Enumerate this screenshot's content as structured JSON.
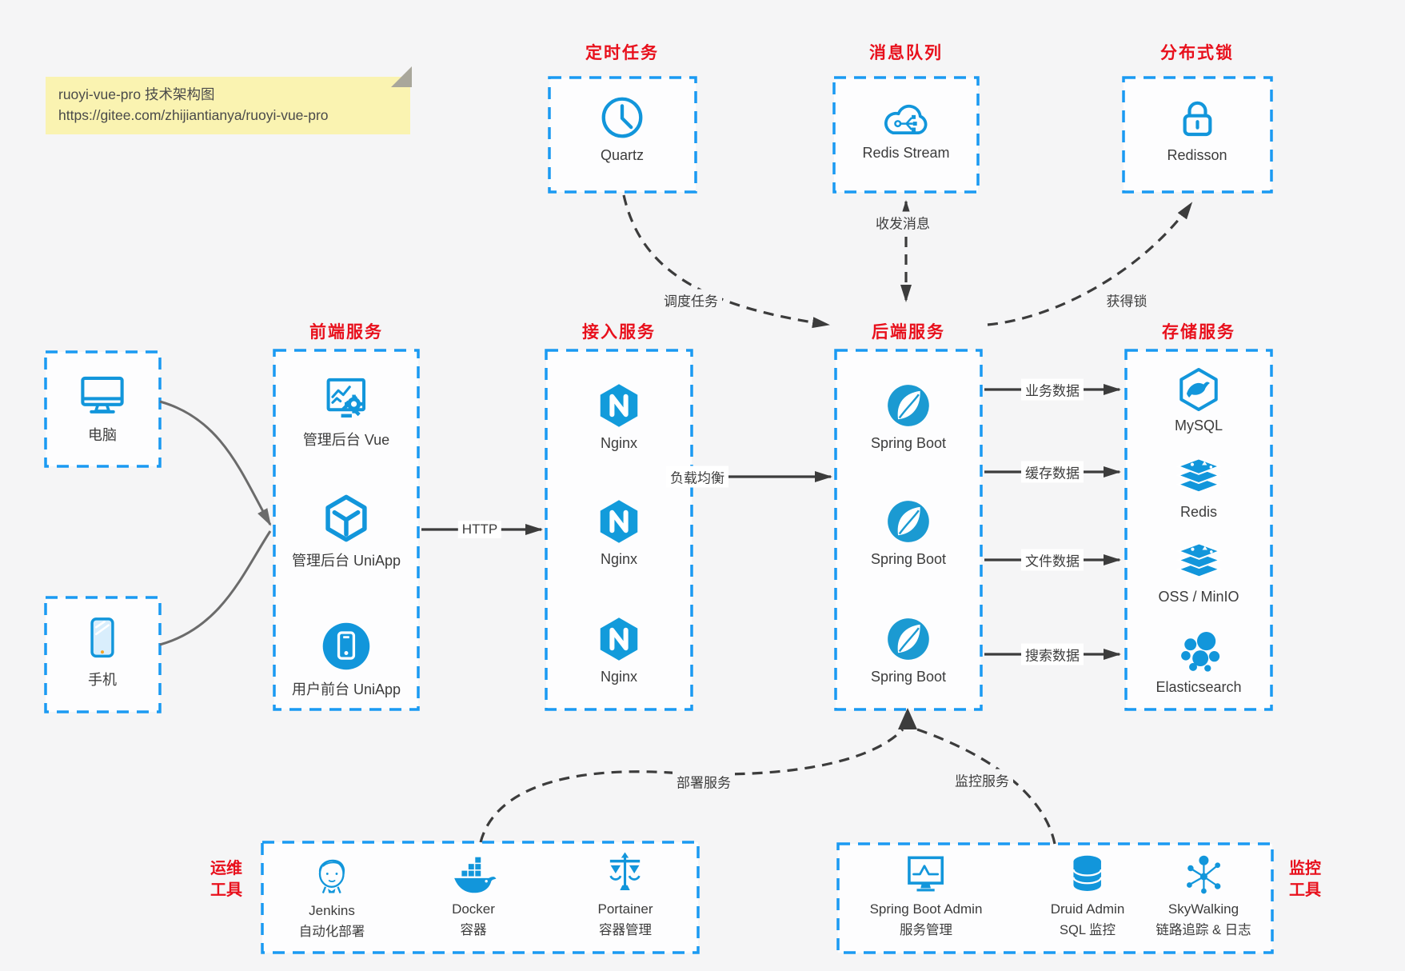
{
  "colors": {
    "accent": "#1296db",
    "border_blue": "#1a9af2",
    "title_red": "#e8101c",
    "note_bg": "#faf3b1",
    "arrow_dark": "#3c3c3c",
    "arrow_gray": "#6b6b6b",
    "canvas_bg": "#f5f5f6"
  },
  "note": {
    "title": "ruoyi-vue-pro 技术架构图",
    "url": "https://gitee.com/zhijiantianya/ruoyi-vue-pro"
  },
  "top_groups": [
    {
      "title": "定时任务",
      "item": {
        "icon": "clock-icon",
        "label": "Quartz"
      }
    },
    {
      "title": "消息队列",
      "item": {
        "icon": "cloud-stream-icon",
        "label": "Redis Stream"
      }
    },
    {
      "title": "分布式锁",
      "item": {
        "icon": "lock-icon",
        "label": "Redisson"
      }
    }
  ],
  "clients": [
    {
      "icon": "desktop-icon",
      "label": "电脑"
    },
    {
      "icon": "smartphone-icon",
      "label": "手机"
    }
  ],
  "service_columns": [
    {
      "title": "前端服务",
      "items": [
        {
          "icon": "admin-vue-icon",
          "label": "管理后台 Vue"
        },
        {
          "icon": "cube-icon",
          "label": "管理后台 UniApp"
        },
        {
          "icon": "app-circle-icon",
          "label": "用户前台 UniApp"
        }
      ]
    },
    {
      "title": "接入服务",
      "items": [
        {
          "icon": "nginx-icon",
          "label": "Nginx"
        },
        {
          "icon": "nginx-icon",
          "label": "Nginx"
        },
        {
          "icon": "nginx-icon",
          "label": "Nginx"
        }
      ]
    },
    {
      "title": "后端服务",
      "items": [
        {
          "icon": "spring-boot-icon",
          "label": "Spring Boot"
        },
        {
          "icon": "spring-boot-icon",
          "label": "Spring Boot"
        },
        {
          "icon": "spring-boot-icon",
          "label": "Spring Boot"
        }
      ]
    },
    {
      "title": "存储服务",
      "items": [
        {
          "icon": "mysql-icon",
          "label": "MySQL"
        },
        {
          "icon": "redis-icon",
          "label": "Redis"
        },
        {
          "icon": "storage-stack-icon",
          "label": "OSS / MinIO"
        },
        {
          "icon": "elasticsearch-icon",
          "label": "Elasticsearch"
        }
      ]
    }
  ],
  "edge_labels": {
    "http": "HTTP",
    "load_balance": "负载均衡",
    "schedule": "调度任务",
    "message": "收发消息",
    "lock": "获得锁",
    "business": "业务数据",
    "cache": "缓存数据",
    "file": "文件数据",
    "search": "搜索数据",
    "deploy": "部署服务",
    "monitor": "监控服务"
  },
  "bottom_groups": [
    {
      "side_label": [
        "运维",
        "工具"
      ],
      "items": [
        {
          "icon": "jenkins-icon",
          "name": "Jenkins",
          "desc": "自动化部署"
        },
        {
          "icon": "docker-icon",
          "name": "Docker",
          "desc": "容器"
        },
        {
          "icon": "portainer-icon",
          "name": "Portainer",
          "desc": "容器管理"
        }
      ]
    },
    {
      "side_label": [
        "监控",
        "工具"
      ],
      "items": [
        {
          "icon": "sb-admin-icon",
          "name": "Spring Boot Admin",
          "desc": "服务管理"
        },
        {
          "icon": "druid-icon",
          "name": "Druid Admin",
          "desc": "SQL 监控"
        },
        {
          "icon": "skywalking-icon",
          "name": "SkyWalking",
          "desc": "链路追踪 & 日志"
        }
      ]
    }
  ]
}
